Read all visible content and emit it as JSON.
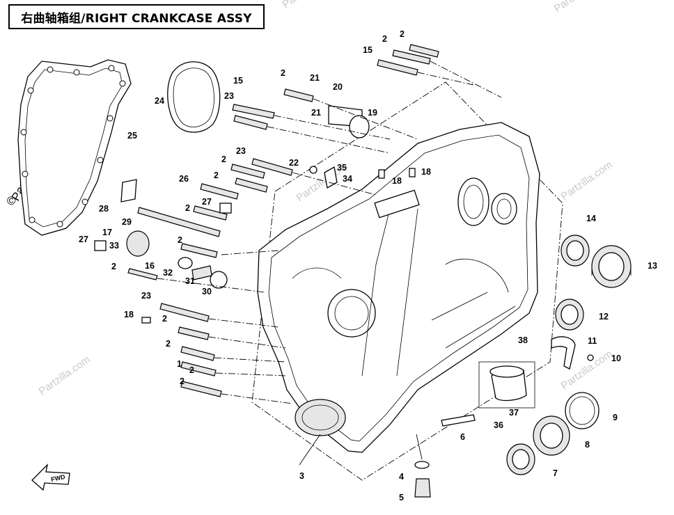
{
  "header": {
    "title": "右曲轴箱组/RIGHT CRANKCASE ASSY"
  },
  "watermark": {
    "brand": "Partzilla.com",
    "copyright": "©"
  },
  "direction_marker": {
    "label": "FWD"
  },
  "callouts": [
    {
      "id": "c-1",
      "text": "1"
    },
    {
      "id": "c-2a",
      "text": "2"
    },
    {
      "id": "c-2b",
      "text": "2"
    },
    {
      "id": "c-2c",
      "text": "2"
    },
    {
      "id": "c-2d",
      "text": "2"
    },
    {
      "id": "c-2e",
      "text": "2"
    },
    {
      "id": "c-2f",
      "text": "2"
    },
    {
      "id": "c-2g",
      "text": "2"
    },
    {
      "id": "c-2h",
      "text": "2"
    },
    {
      "id": "c-2i",
      "text": "2"
    },
    {
      "id": "c-2j",
      "text": "2"
    },
    {
      "id": "c-2k",
      "text": "2"
    },
    {
      "id": "c-2l",
      "text": "2"
    },
    {
      "id": "c-3",
      "text": "3"
    },
    {
      "id": "c-4",
      "text": "4"
    },
    {
      "id": "c-5",
      "text": "5"
    },
    {
      "id": "c-6",
      "text": "6"
    },
    {
      "id": "c-7",
      "text": "7"
    },
    {
      "id": "c-8",
      "text": "8"
    },
    {
      "id": "c-9",
      "text": "9"
    },
    {
      "id": "c-10",
      "text": "10"
    },
    {
      "id": "c-11",
      "text": "11"
    },
    {
      "id": "c-12",
      "text": "12"
    },
    {
      "id": "c-13",
      "text": "13"
    },
    {
      "id": "c-14",
      "text": "14"
    },
    {
      "id": "c-15a",
      "text": "15"
    },
    {
      "id": "c-15b",
      "text": "15"
    },
    {
      "id": "c-16",
      "text": "16"
    },
    {
      "id": "c-17",
      "text": "17"
    },
    {
      "id": "c-18a",
      "text": "18"
    },
    {
      "id": "c-18b",
      "text": "18"
    },
    {
      "id": "c-18c",
      "text": "18"
    },
    {
      "id": "c-19",
      "text": "19"
    },
    {
      "id": "c-20",
      "text": "20"
    },
    {
      "id": "c-21a",
      "text": "21"
    },
    {
      "id": "c-21b",
      "text": "21"
    },
    {
      "id": "c-22",
      "text": "22"
    },
    {
      "id": "c-23a",
      "text": "23"
    },
    {
      "id": "c-23b",
      "text": "23"
    },
    {
      "id": "c-23c",
      "text": "23"
    },
    {
      "id": "c-24",
      "text": "24"
    },
    {
      "id": "c-25",
      "text": "25"
    },
    {
      "id": "c-26",
      "text": "26"
    },
    {
      "id": "c-27a",
      "text": "27"
    },
    {
      "id": "c-27b",
      "text": "27"
    },
    {
      "id": "c-28",
      "text": "28"
    },
    {
      "id": "c-29",
      "text": "29"
    },
    {
      "id": "c-30",
      "text": "30"
    },
    {
      "id": "c-31",
      "text": "31"
    },
    {
      "id": "c-32",
      "text": "32"
    },
    {
      "id": "c-33",
      "text": "33"
    },
    {
      "id": "c-34",
      "text": "34"
    },
    {
      "id": "c-35",
      "text": "35"
    },
    {
      "id": "c-36",
      "text": "36"
    },
    {
      "id": "c-37",
      "text": "37"
    },
    {
      "id": "c-38",
      "text": "38"
    }
  ]
}
